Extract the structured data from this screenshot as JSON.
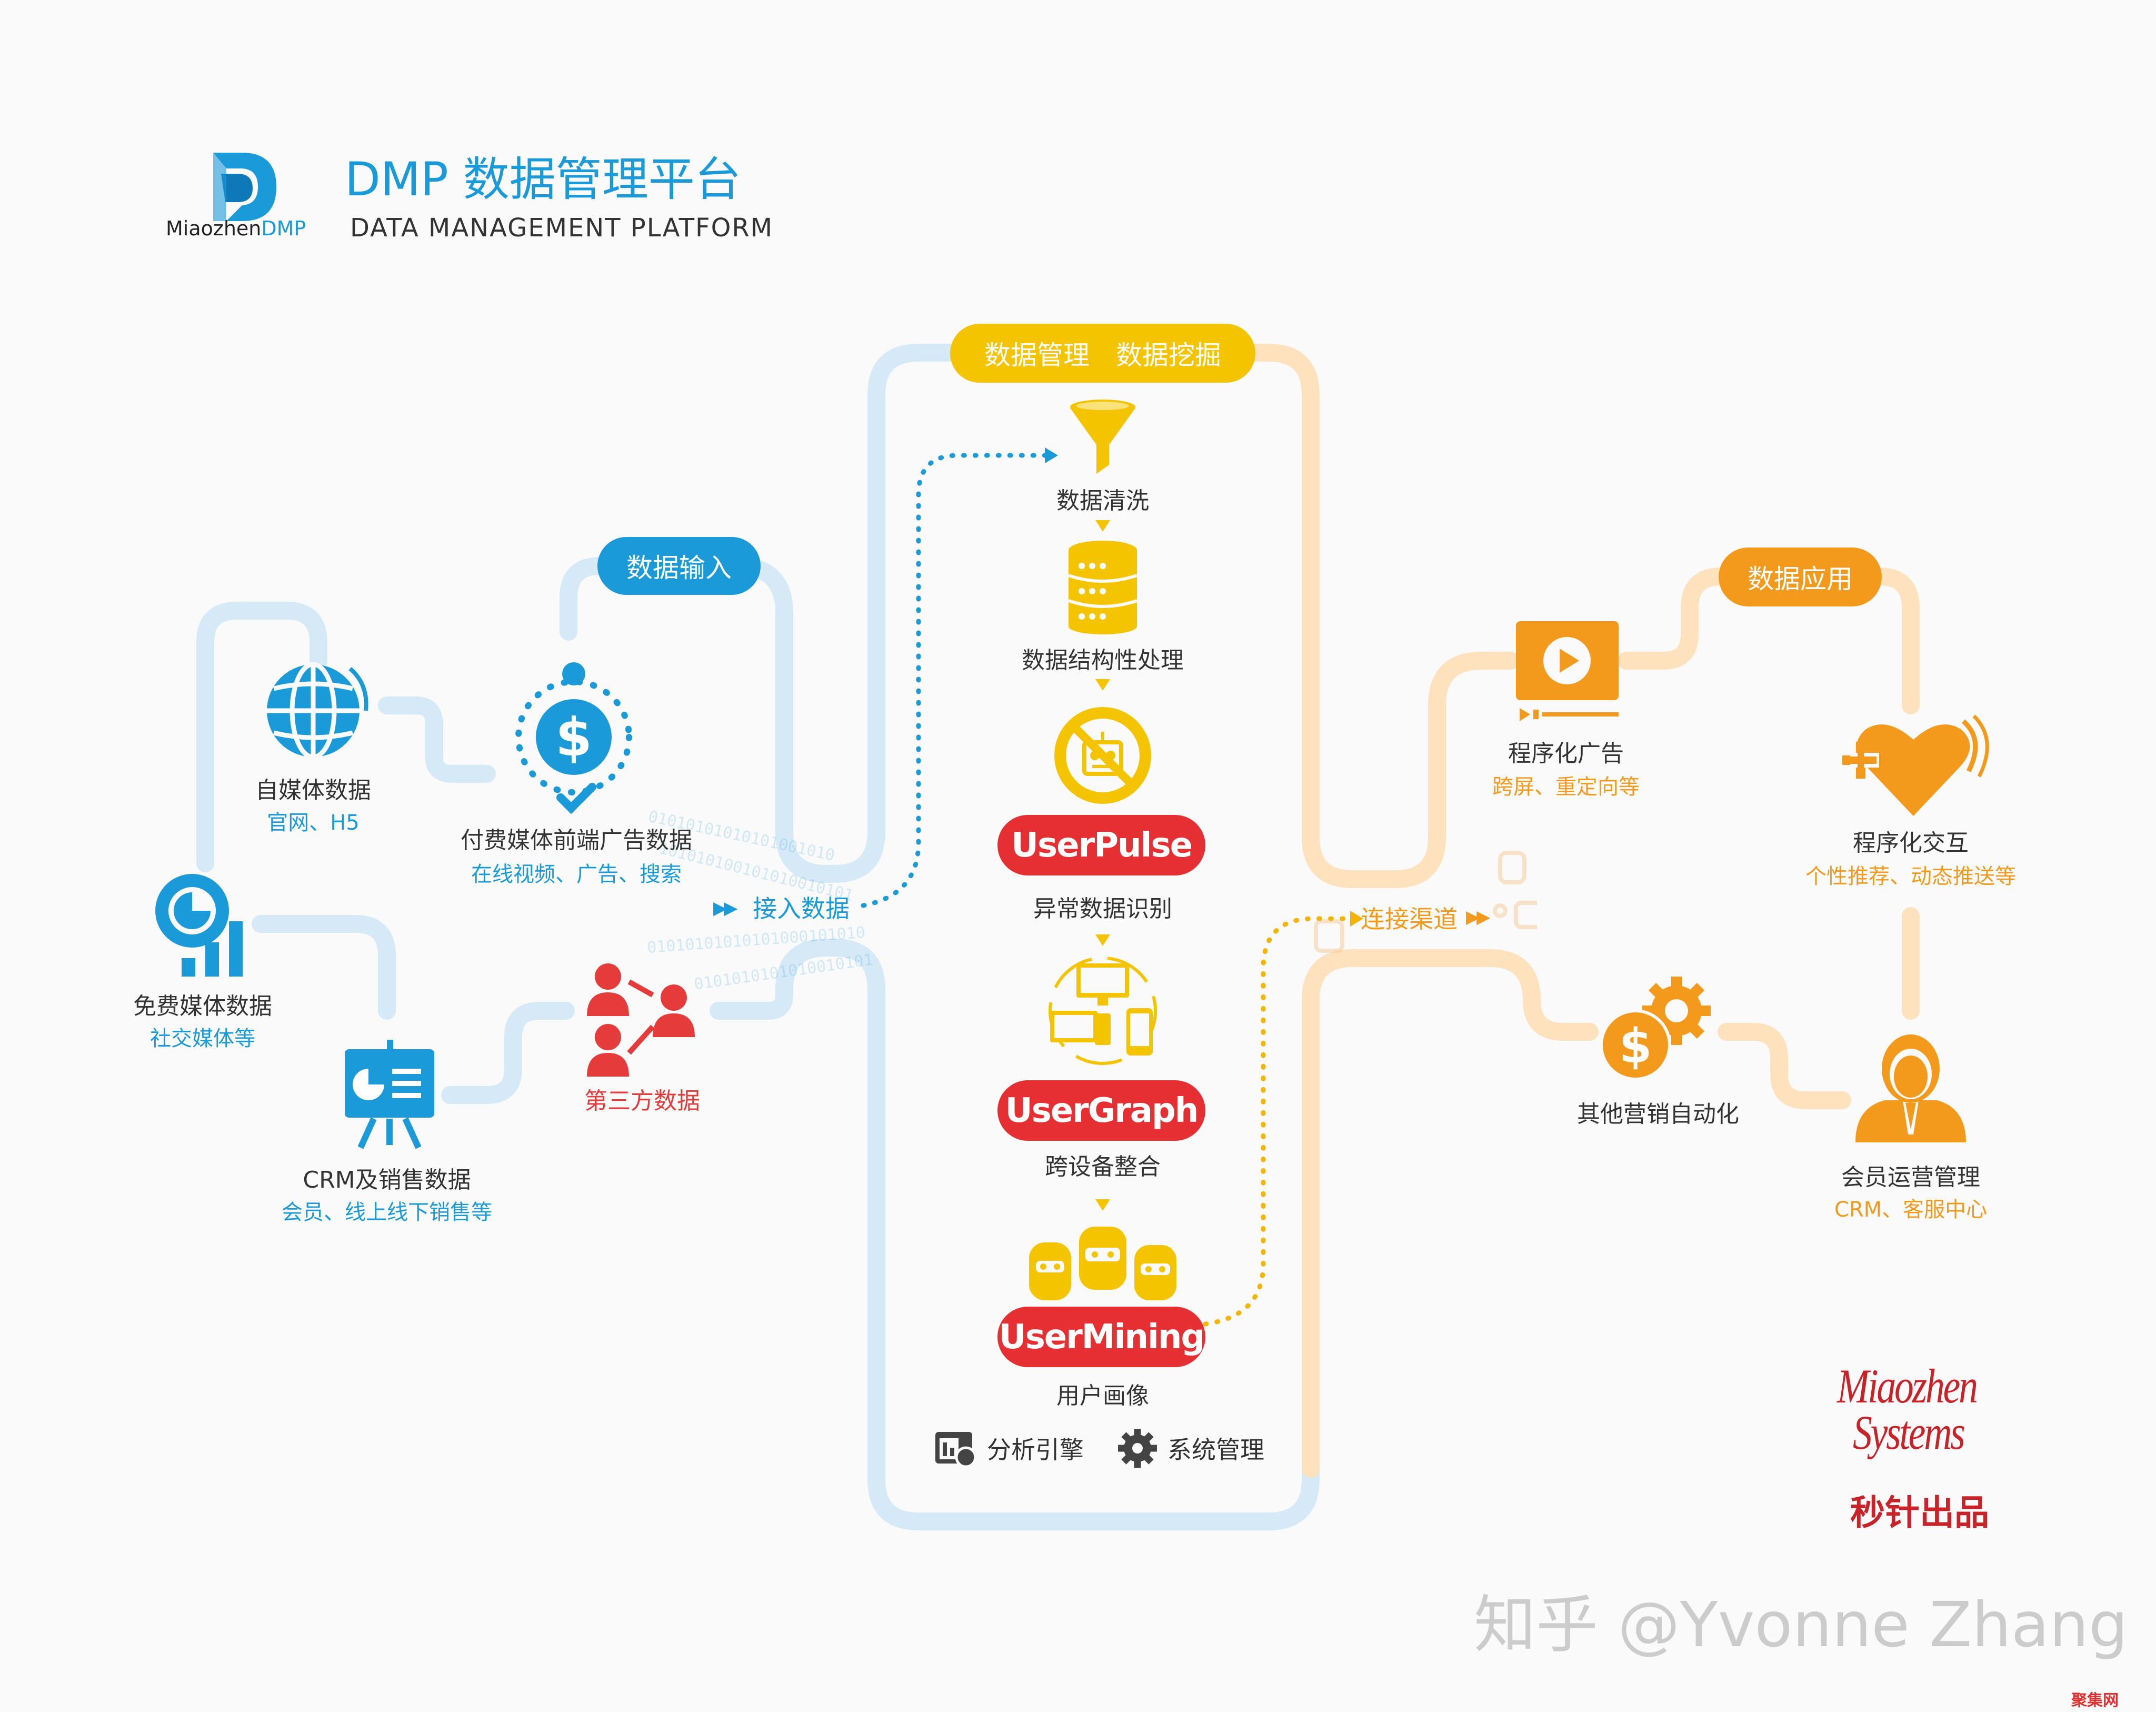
{
  "brand": {
    "logo_text_dark": "Miaozhen",
    "logo_text_blue": "DMP",
    "title": "DMP 数据管理平台",
    "subtitle": "DATA MANAGEMENT PLATFORM"
  },
  "input": {
    "pill": "数据输入",
    "own_media": {
      "title": "自媒体数据",
      "sub": "官网、H5"
    },
    "paid_media": {
      "title": "付费媒体前端广告数据",
      "sub": "在线视频、广告、搜索"
    },
    "free_media": {
      "title": "免费媒体数据",
      "sub": "社交媒体等"
    },
    "crm": {
      "title": "CRM及销售数据",
      "sub": "会员、线上线下销售等"
    },
    "third_party": {
      "title": "第三方数据"
    },
    "ingest": "接入数据"
  },
  "core": {
    "pill_left": "数据管理",
    "pill_right": "数据挖掘",
    "steps": {
      "clean": "数据清洗",
      "structure": "数据结构性处理",
      "anomaly": "异常数据识别",
      "cross_device": "跨设备整合",
      "persona": "用户画像"
    },
    "products": {
      "pulse": "UserPulse",
      "graph": "UserGraph",
      "mining": "UserMining"
    },
    "footer": {
      "engine": "分析引擎",
      "system": "系统管理"
    }
  },
  "output": {
    "pill": "数据应用",
    "connect": "连接渠道",
    "programmatic_ad": {
      "title": "程序化广告",
      "sub": "跨屏、重定向等"
    },
    "programmatic_interaction": {
      "title": "程序化交互",
      "sub": "个性推荐、动态推送等"
    },
    "marketing_automation": {
      "title": "其他营销自动化"
    },
    "member_ops": {
      "title": "会员运营管理",
      "sub": "CRM、客服中心"
    }
  },
  "company": {
    "logo_line1": "Miaozhen",
    "logo_line2": "Systems",
    "tagline": "秒针出品"
  },
  "watermark": {
    "text": "知乎 @Yvonne Zhang",
    "corner": "聚集网"
  },
  "colors": {
    "blue": "#1a9ad8",
    "light_blue": "#d6e9f6",
    "yellow": "#f5c400",
    "orange": "#f39a1c",
    "light_orange": "#fde2bd",
    "red": "#e52f33"
  }
}
